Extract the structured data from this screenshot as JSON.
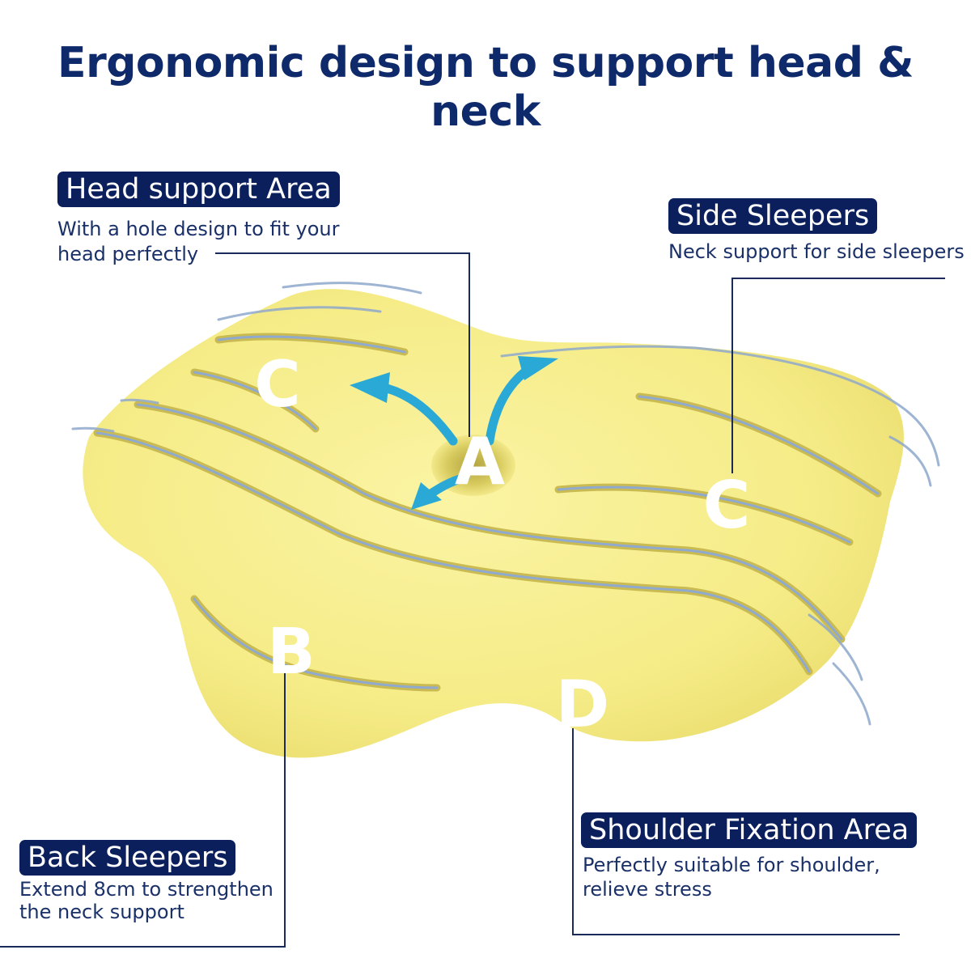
{
  "title": "Ergonomic design to support head & neck",
  "callouts": {
    "head": {
      "label": "Head support Area",
      "desc_line1": "With a hole design to fit your",
      "desc_line2": "head perfectly"
    },
    "side": {
      "label": "Side Sleepers",
      "desc_line1": "Neck support for side sleepers"
    },
    "back": {
      "label": "Back Sleepers",
      "desc_line1": "Extend 8cm to strengthen",
      "desc_line2": "the neck support"
    },
    "shoulder": {
      "label": "Shoulder Fixation Area",
      "desc_line1": "Perfectly suitable for shoulder,",
      "desc_line2": "relieve stress"
    }
  },
  "pillow_letters": {
    "a": "A",
    "b": "B",
    "c_left": "C",
    "c_right": "C",
    "d": "D"
  },
  "colors": {
    "title": "#0f2a6b",
    "badge_bg": "#0a1f5c",
    "pillow": "#f6ec86",
    "arrow": "#2aa9d6",
    "leader_line": "#1a2a5a"
  }
}
